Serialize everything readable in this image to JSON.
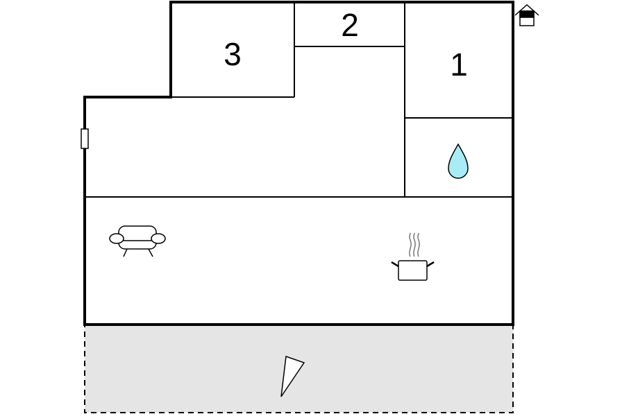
{
  "rooms": {
    "bedroom_1": {
      "label": "1"
    },
    "bedroom_2": {
      "label": "2"
    },
    "bedroom_3": {
      "label": "3"
    }
  },
  "icons": {
    "bathroom": "water-drop-icon",
    "living_room": "sofa-icon",
    "kitchen": "cooking-pot-icon",
    "terrace": "sun-umbrella-icon",
    "entrance": "house-entrance-icon"
  },
  "colors": {
    "wall": "#000000",
    "terrace_fill": "#e5e5e5",
    "water": "#a8ecf5"
  }
}
